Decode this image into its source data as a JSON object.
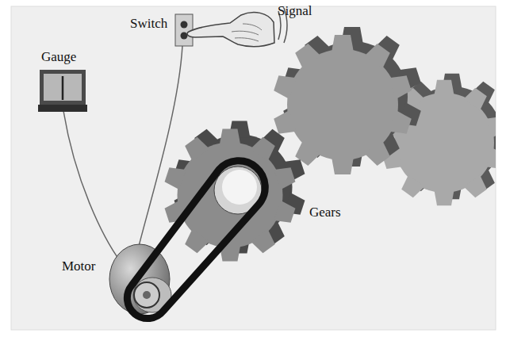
{
  "diagram": {
    "labels": [
      "Switch",
      "Signal",
      "Gauge",
      "Gears",
      "Motor"
    ]
  }
}
